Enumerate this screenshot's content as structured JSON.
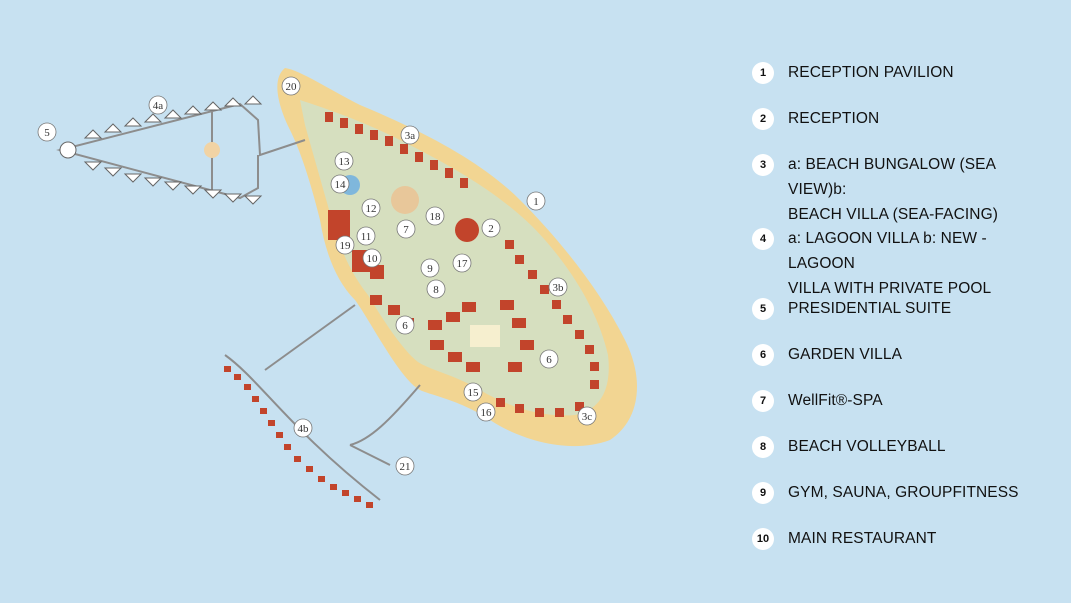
{
  "map": {
    "markers": [
      {
        "id": "1",
        "label": "1"
      },
      {
        "id": "2",
        "label": "2"
      },
      {
        "id": "3b",
        "label": "3b"
      },
      {
        "id": "3a",
        "label": "3a"
      },
      {
        "id": "3c",
        "label": "3c"
      },
      {
        "id": "4a",
        "label": "4a"
      },
      {
        "id": "4b",
        "label": "4b"
      },
      {
        "id": "5",
        "label": "5"
      },
      {
        "id": "6a",
        "label": "6"
      },
      {
        "id": "6b",
        "label": "6"
      },
      {
        "id": "7",
        "label": "7"
      },
      {
        "id": "8",
        "label": "8"
      },
      {
        "id": "9",
        "label": "9"
      },
      {
        "id": "10",
        "label": "10"
      },
      {
        "id": "11",
        "label": "11"
      },
      {
        "id": "12",
        "label": "12"
      },
      {
        "id": "13",
        "label": "13"
      },
      {
        "id": "14",
        "label": "14"
      },
      {
        "id": "15",
        "label": "15"
      },
      {
        "id": "16",
        "label": "16"
      },
      {
        "id": "17",
        "label": "17"
      },
      {
        "id": "18",
        "label": "18"
      },
      {
        "id": "19",
        "label": "19"
      },
      {
        "id": "20",
        "label": "20"
      },
      {
        "id": "21",
        "label": "21"
      }
    ],
    "colors": {
      "sea": "#c7e1f1",
      "sand": "#f2d592",
      "grass": "#d6dfbf",
      "roof": "#c2442b",
      "path": "#8d8d8d"
    }
  },
  "legend": [
    {
      "num": "1",
      "lines": [
        "RECEPTION PAVILION"
      ]
    },
    {
      "num": "2",
      "lines": [
        "RECEPTION"
      ]
    },
    {
      "num": "3",
      "lines": [
        "a: BEACH BUNGALOW (SEA VIEW)b:",
        "BEACH VILLA (SEA-FACING)"
      ]
    },
    {
      "num": "4",
      "lines": [
        "a: LAGOON VILLA b: NEW - LAGOON",
        "VILLA WITH PRIVATE POOL"
      ]
    },
    {
      "num": "5",
      "lines": [
        "PRESIDENTIAL SUITE"
      ]
    },
    {
      "num": "6",
      "lines": [
        "GARDEN VILLA"
      ]
    },
    {
      "num": "7",
      "lines": [
        "WellFit®-SPA"
      ]
    },
    {
      "num": "8",
      "lines": [
        "BEACH VOLLEYBALL"
      ]
    },
    {
      "num": "9",
      "lines": [
        "GYM, SAUNA, GROUPFITNESS"
      ]
    },
    {
      "num": "10",
      "lines": [
        "MAIN RESTAURANT"
      ]
    }
  ]
}
